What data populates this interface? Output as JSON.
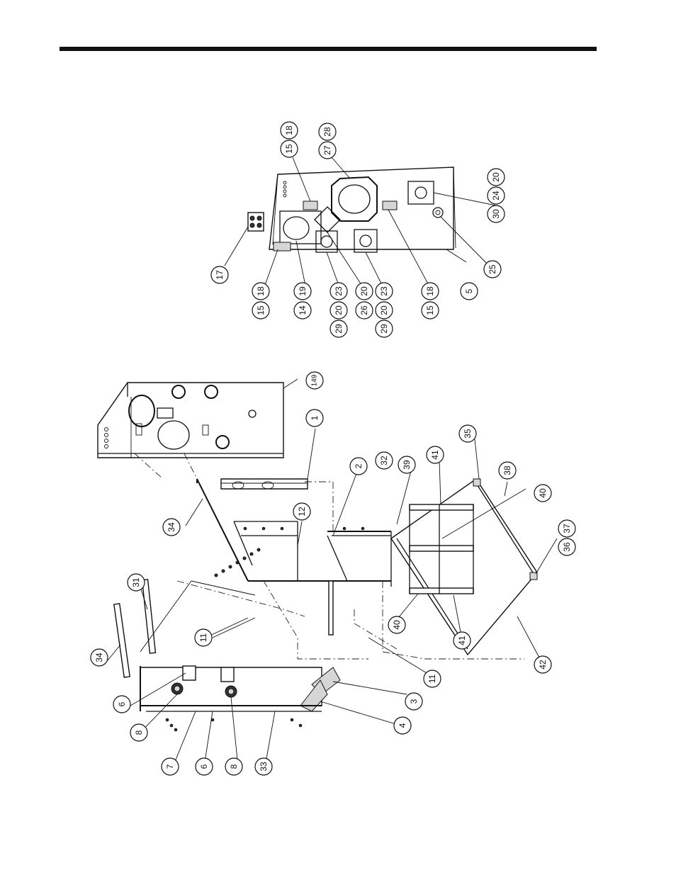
{
  "callouts": [
    {
      "id": "c-18a",
      "label": "18"
    },
    {
      "id": "c-15a",
      "label": "15"
    },
    {
      "id": "c-28",
      "label": "28"
    },
    {
      "id": "c-27",
      "label": "27"
    },
    {
      "id": "c-20a",
      "label": "20"
    },
    {
      "id": "c-24",
      "label": "24"
    },
    {
      "id": "c-30",
      "label": "30"
    },
    {
      "id": "c-17",
      "label": "17"
    },
    {
      "id": "c-25",
      "label": "25"
    },
    {
      "id": "c-15b",
      "label": "15"
    },
    {
      "id": "c-18b",
      "label": "18"
    },
    {
      "id": "c-14",
      "label": "14"
    },
    {
      "id": "c-19",
      "label": "19"
    },
    {
      "id": "c-29a",
      "label": "29"
    },
    {
      "id": "c-20b",
      "label": "20"
    },
    {
      "id": "c-23a",
      "label": "23"
    },
    {
      "id": "c-26",
      "label": "26"
    },
    {
      "id": "c-20c",
      "label": "20"
    },
    {
      "id": "c-29b",
      "label": "29"
    },
    {
      "id": "c-20d",
      "label": "20"
    },
    {
      "id": "c-23b",
      "label": "23"
    },
    {
      "id": "c-15c",
      "label": "15"
    },
    {
      "id": "c-18c",
      "label": "18"
    },
    {
      "id": "c-5",
      "label": "5"
    },
    {
      "id": "c-149",
      "label": "149"
    },
    {
      "id": "c-1",
      "label": "1"
    },
    {
      "id": "c-2",
      "label": "2"
    },
    {
      "id": "c-32",
      "label": "32"
    },
    {
      "id": "c-39",
      "label": "39"
    },
    {
      "id": "c-41a",
      "label": "41"
    },
    {
      "id": "c-35",
      "label": "35"
    },
    {
      "id": "c-38",
      "label": "38"
    },
    {
      "id": "c-40a",
      "label": "40"
    },
    {
      "id": "c-37",
      "label": "37"
    },
    {
      "id": "c-36",
      "label": "36"
    },
    {
      "id": "c-12",
      "label": "12"
    },
    {
      "id": "c-34a",
      "label": "34"
    },
    {
      "id": "c-31",
      "label": "31"
    },
    {
      "id": "c-34b",
      "label": "34"
    },
    {
      "id": "c-11a",
      "label": "11"
    },
    {
      "id": "c-40b",
      "label": "40"
    },
    {
      "id": "c-41b",
      "label": "41"
    },
    {
      "id": "c-42",
      "label": "42"
    },
    {
      "id": "c-11b",
      "label": "11"
    },
    {
      "id": "c-6a",
      "label": "6"
    },
    {
      "id": "c-3",
      "label": "3"
    },
    {
      "id": "c-4",
      "label": "4"
    },
    {
      "id": "c-8a",
      "label": "8"
    },
    {
      "id": "c-7",
      "label": "7"
    },
    {
      "id": "c-6b",
      "label": "6"
    },
    {
      "id": "c-8b",
      "label": "8"
    },
    {
      "id": "c-33",
      "label": "33"
    }
  ]
}
